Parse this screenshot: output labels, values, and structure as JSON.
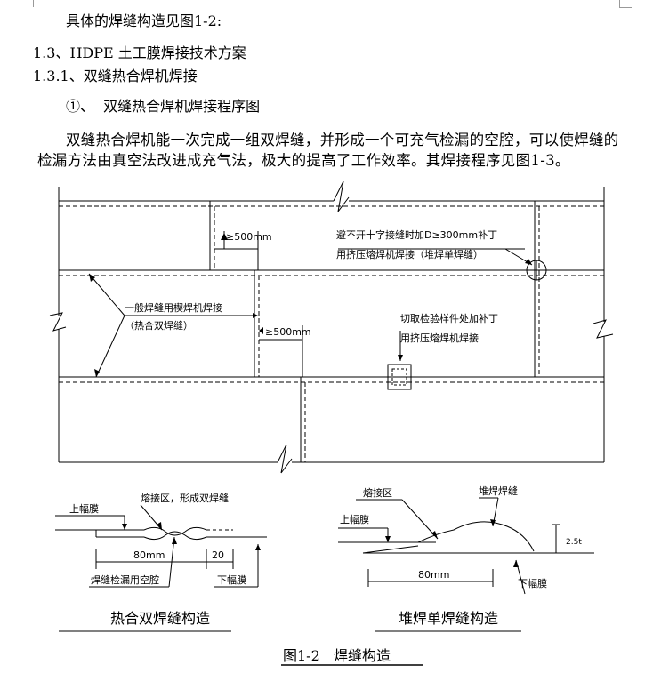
{
  "doc": {
    "intro_line": "具体的焊缝构造见图1-2:",
    "heading_1_3": "1.3、HDPE 土工膜焊接技术方案",
    "heading_1_3_1": "1.3.1、双缝热合焊机焊接",
    "item_1": "①、  双缝热合焊机焊接程序图",
    "paragraph": "双缝热合焊机能一次完成一组双焊缝，并形成一个可充气检漏的空腔，可以使焊缝的检漏方法由真空法改进成充气法，极大的提高了工作效率。其焊接程序见图1-3。"
  },
  "plan": {
    "dim_top": "≥500mm",
    "dim_mid": "≥500mm",
    "note_cross_1": "避不开十字接缝时加D≥300mm补丁",
    "note_cross_2": "用挤压熔焊机焊接（堆焊单焊缝）",
    "note_general_1": "一般焊缝用楔焊机焊接",
    "note_general_2": "（热合双焊缝）",
    "note_sample_1": "切取检验样件处加补丁",
    "note_sample_2": "用挤压熔焊机焊接"
  },
  "double_seam": {
    "upper_film": "上幅膜",
    "fusion_zone": "熔接区，形成双焊缝",
    "dim_80": "80mm",
    "dim_20": "20",
    "cavity": "焊缝检漏用空腔",
    "lower_film": "下幅膜",
    "caption": "热合双焊缝构造"
  },
  "extrusion_seam": {
    "fusion_zone": "熔接区",
    "bead": "堆焊焊缝",
    "upper_film": "上幅膜",
    "dim_thickness": "2.5t",
    "dim_80": "80mm",
    "lower_film": "下幅膜",
    "caption": "堆焊单焊缝构造"
  },
  "figure_caption": "图1-2   焊缝构造"
}
